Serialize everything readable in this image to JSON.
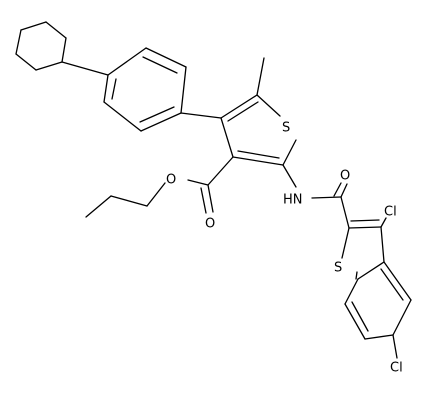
{
  "molecule": {
    "atom_labels": {
      "s_thiophene": "S",
      "o_ester_double": "O",
      "o_ester_single": "O",
      "o_amide": "O",
      "nh": "HN",
      "cl_3": "Cl",
      "s_benzothiophene": "S",
      "cl_6": "Cl"
    }
  }
}
